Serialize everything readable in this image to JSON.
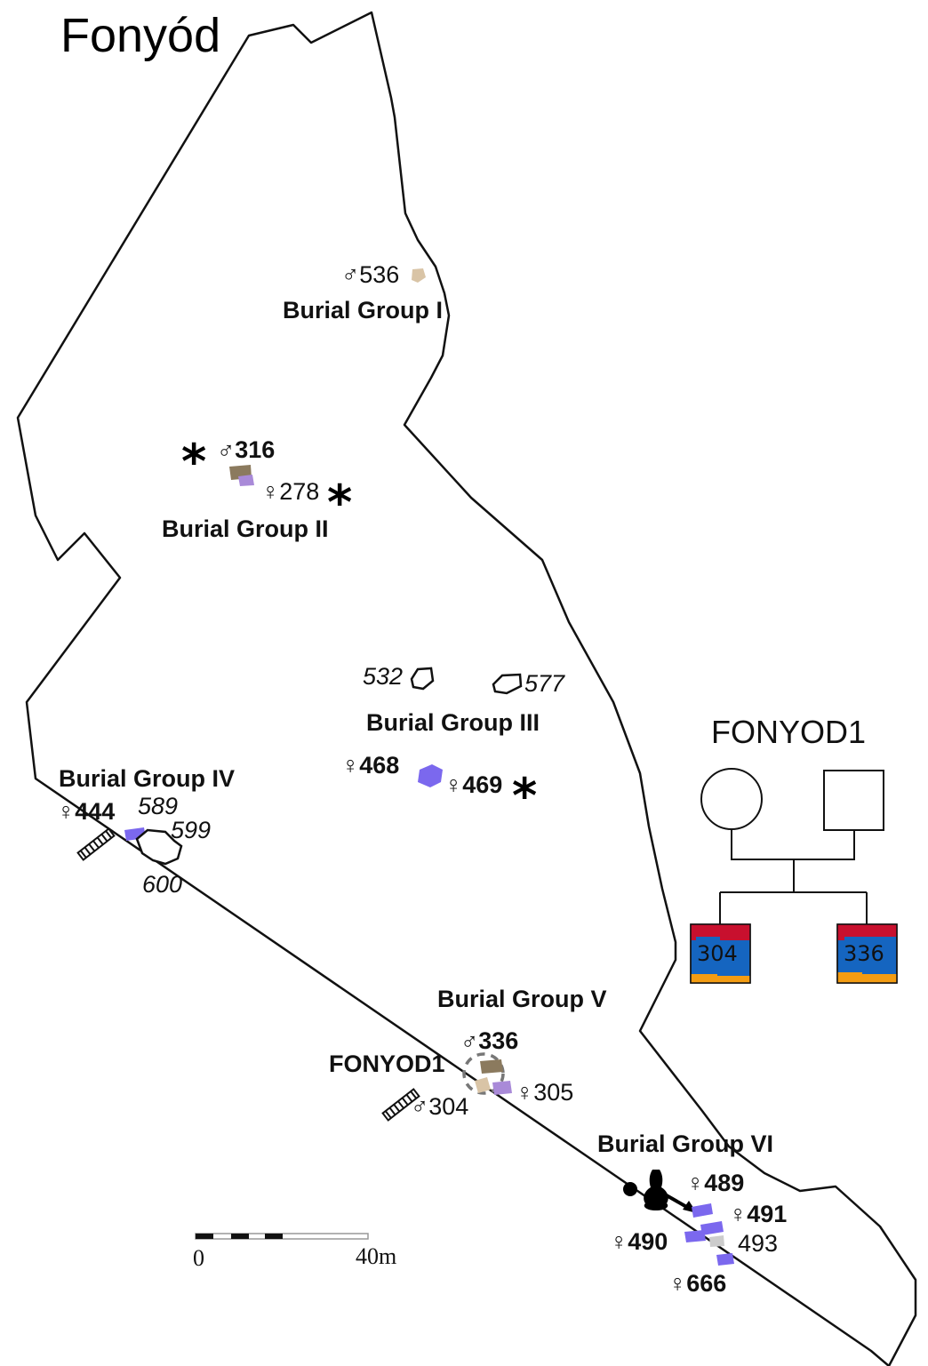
{
  "title": "Fonyód",
  "colors": {
    "male_tan": "#d9c4a6",
    "male_brown": "#8b7a5e",
    "female_purple": "#a98ad8",
    "female_blue": "#7b68ee",
    "unknown_gray": "#cccccc",
    "ped_red": "#c8102e",
    "ped_blue": "#1565c0",
    "ped_orange": "#f39c12"
  },
  "burial_groups": [
    {
      "label": "Burial Group I"
    },
    {
      "label": "Burial Group II"
    },
    {
      "label": "Burial Group III"
    },
    {
      "label": "Burial Group IV"
    },
    {
      "label": "Burial Group V"
    },
    {
      "label": "Burial Group VI"
    }
  ],
  "graves": [
    {
      "id": "536",
      "sex": "♂",
      "label": "♂536",
      "bold": false
    },
    {
      "id": "316",
      "sex": "♂",
      "label": "♂316",
      "bold": true
    },
    {
      "id": "278",
      "sex": "♀",
      "label": "♀278",
      "bold": false
    },
    {
      "id": "532",
      "sex": "",
      "label": "532",
      "italic": true
    },
    {
      "id": "577",
      "sex": "",
      "label": "577",
      "italic": true
    },
    {
      "id": "468",
      "sex": "♀",
      "label": "♀468",
      "bold": true
    },
    {
      "id": "469",
      "sex": "♀",
      "label": "♀469",
      "bold": true
    },
    {
      "id": "444",
      "sex": "♀",
      "label": "♀444",
      "bold": true
    },
    {
      "id": "589",
      "sex": "",
      "label": "589",
      "italic": true
    },
    {
      "id": "599",
      "sex": "",
      "label": "599",
      "italic": true
    },
    {
      "id": "600",
      "sex": "",
      "label": "600",
      "italic": true
    },
    {
      "id": "336",
      "sex": "♂",
      "label": "♂336",
      "bold": true
    },
    {
      "id": "305",
      "sex": "♀",
      "label": "♀305",
      "bold": false
    },
    {
      "id": "304",
      "sex": "♂",
      "label": "♂304",
      "bold": false
    },
    {
      "id": "489",
      "sex": "♀",
      "label": "♀489",
      "bold": true
    },
    {
      "id": "491",
      "sex": "♀",
      "label": "♀491",
      "bold": true
    },
    {
      "id": "490",
      "sex": "♀",
      "label": "♀490",
      "bold": true
    },
    {
      "id": "493",
      "sex": "",
      "label": "493",
      "bold": false
    },
    {
      "id": "666",
      "sex": "♀",
      "label": "♀666",
      "bold": true
    }
  ],
  "markers": {
    "star": "*",
    "fonyod1_cluster_label": "FONYOD1"
  },
  "pedigree": {
    "title": "FONYOD1",
    "children": [
      "304",
      "336"
    ]
  },
  "scale_bar": {
    "start_label": "0",
    "end_label": "40m"
  }
}
